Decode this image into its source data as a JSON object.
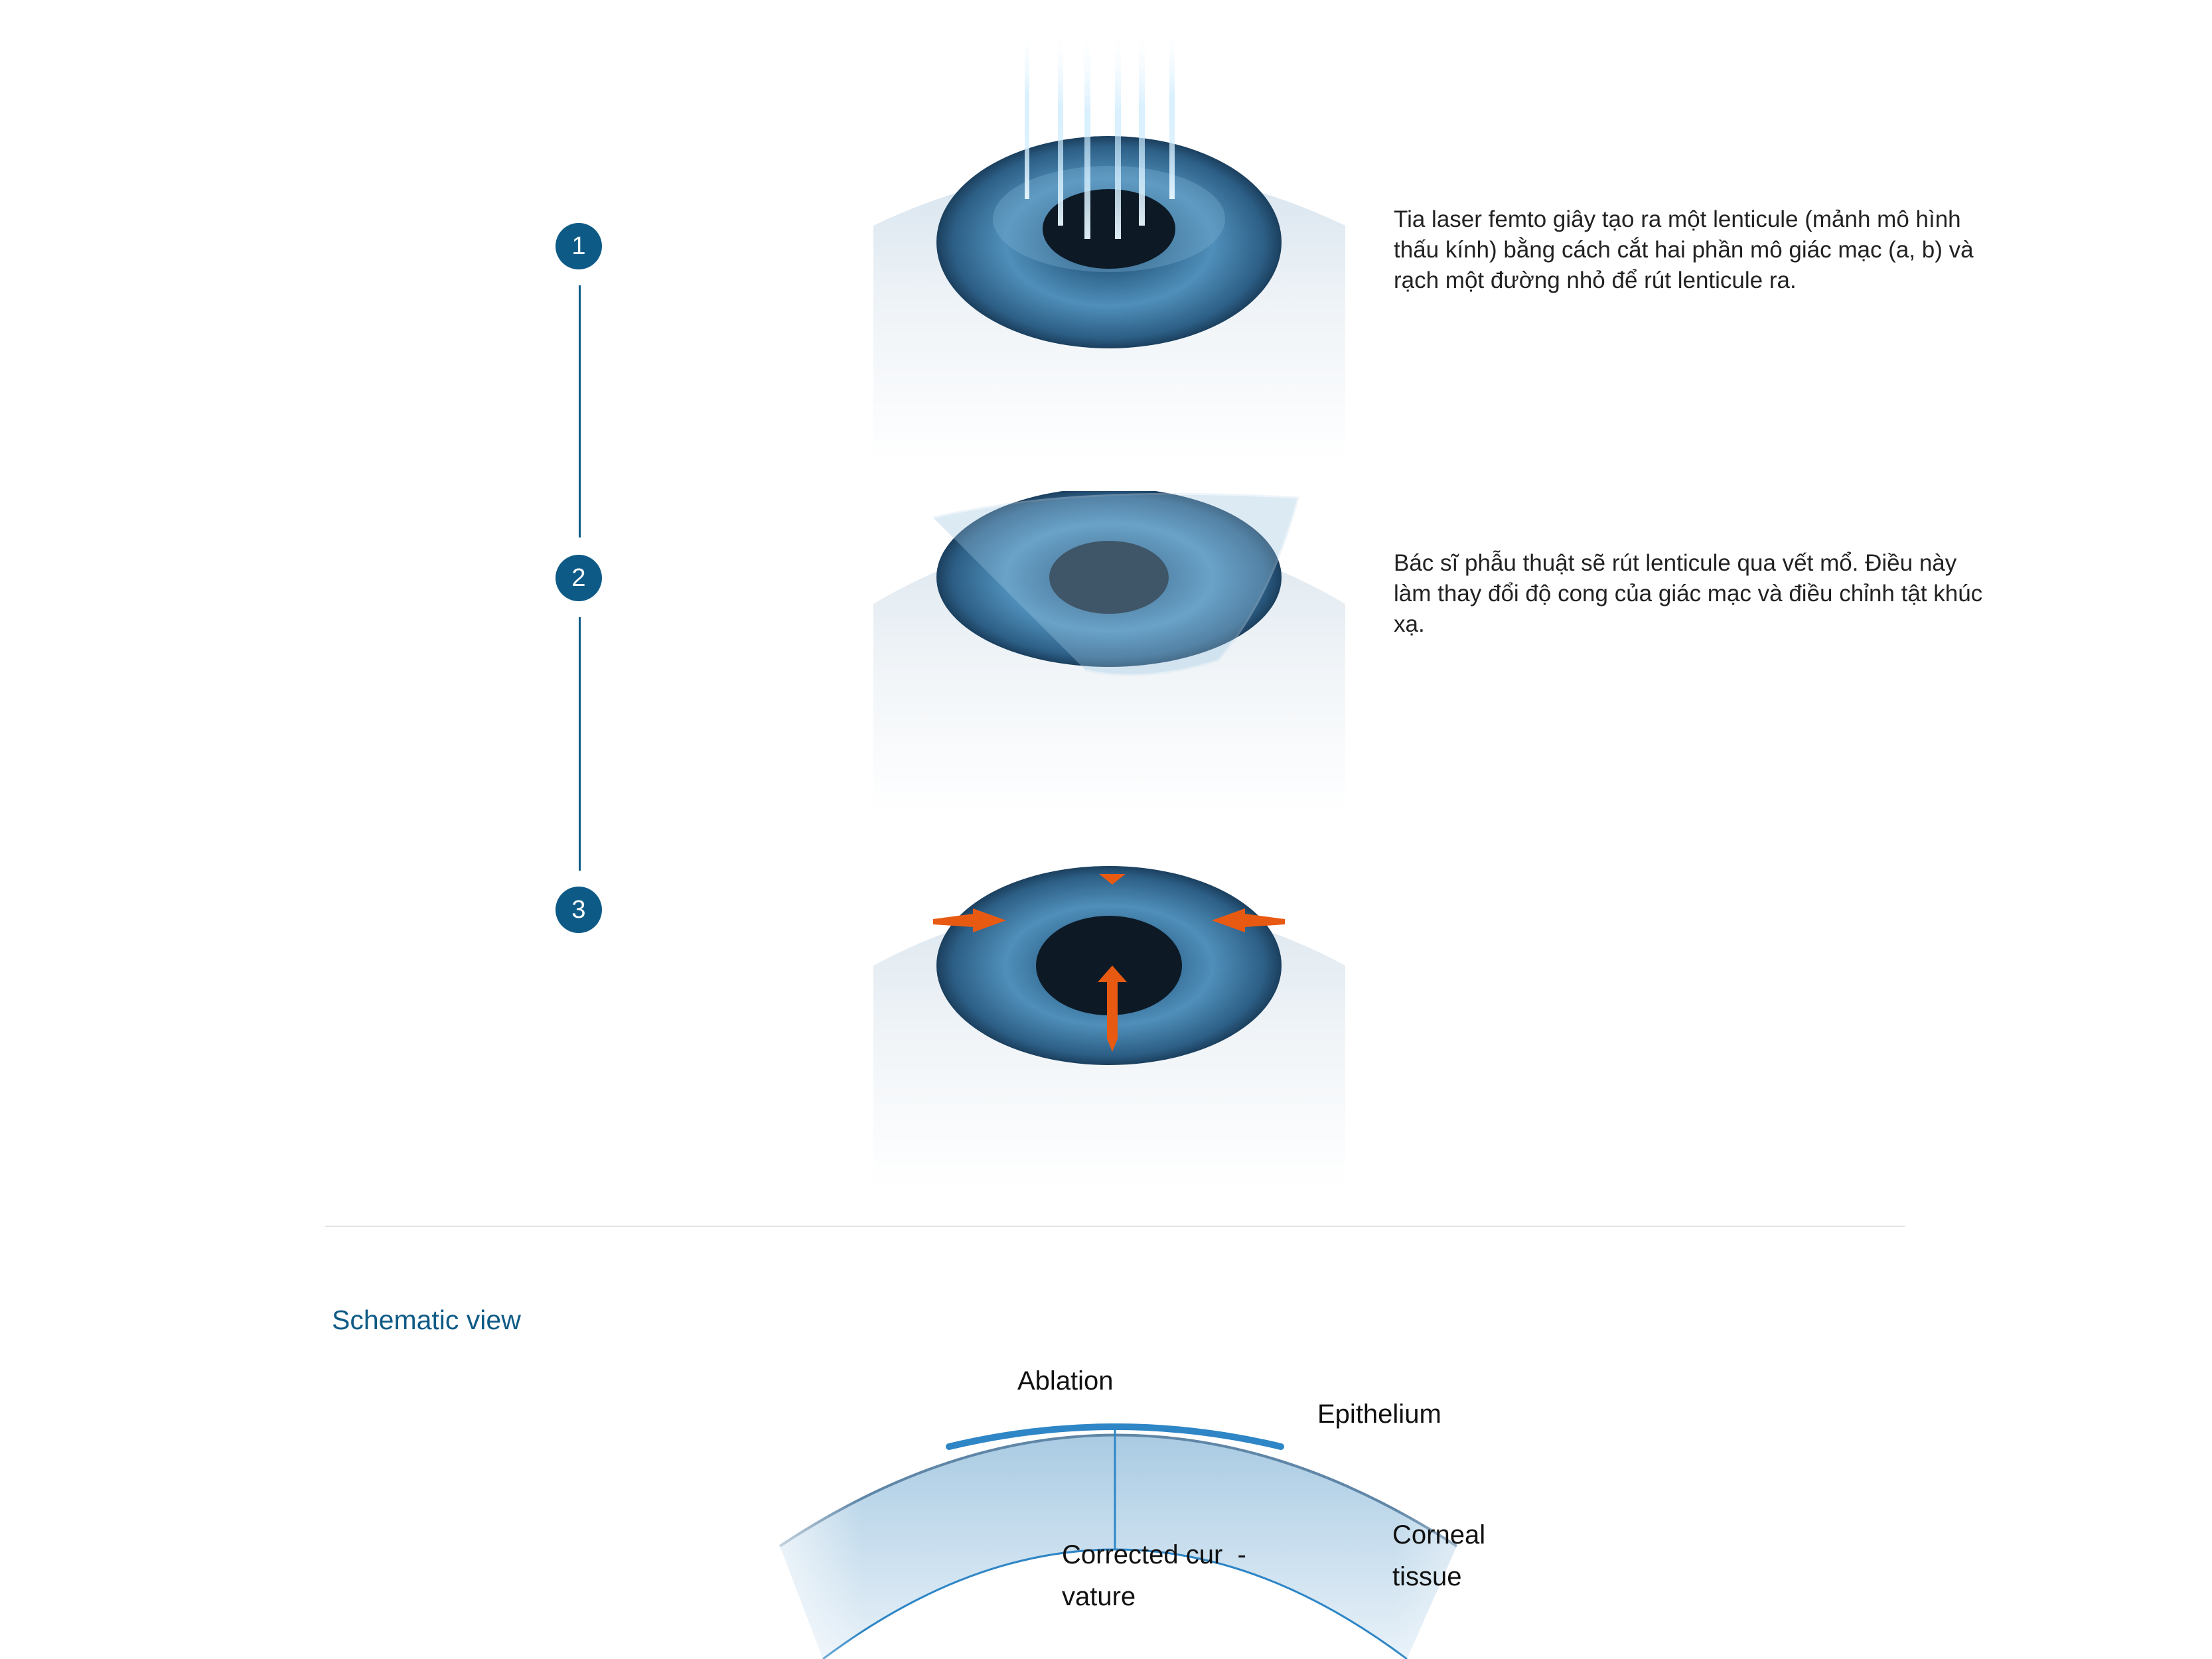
{
  "steps": [
    {
      "number": "1",
      "description": "Tia laser femto giây tạo ra một lenticule (mảnh mô hình thấu kính) bằng cách cắt hai phần mô giác mạc (a, b) và rạch một đường nhỏ để rút lenticule ra."
    },
    {
      "number": "2",
      "description": "Bác sĩ phẫu thuật sẽ rút lenticule qua vết mổ. Điều này làm thay đổi độ cong của giác mạc và điều chỉnh tật khúc xạ."
    },
    {
      "number": "3",
      "description": ""
    }
  ],
  "schematic": {
    "title": "Schematic view",
    "labels": {
      "ablation": "Ablation",
      "epithelium": "Epithelium",
      "corneal_tissue": [
        "Corneal",
        "tissue"
      ],
      "corrected_curvature": [
        "Corrected cur  -",
        "vature"
      ]
    }
  },
  "colors": {
    "accent": "#0e5a86",
    "iris": "#3f7fa8",
    "arrow": "#e85a12"
  }
}
